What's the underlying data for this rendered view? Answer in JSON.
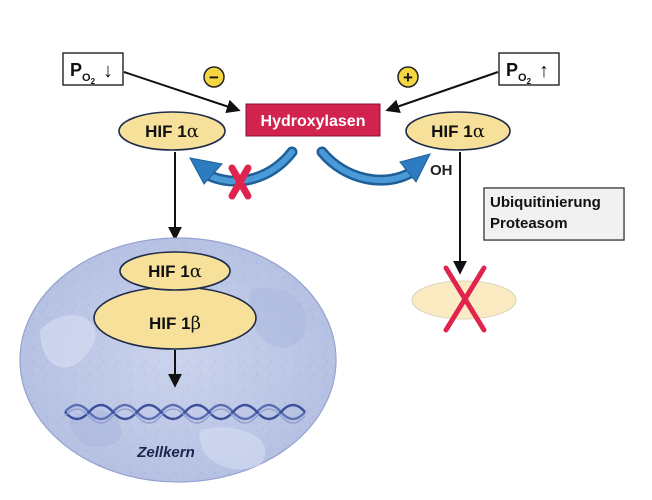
{
  "po2_low": {
    "symbol": "P",
    "subscript": "O",
    "subscript2": "2",
    "arrow": "↓"
  },
  "po2_high": {
    "symbol": "P",
    "subscript": "O",
    "subscript2": "2",
    "arrow": "↑"
  },
  "sign_minus": "−",
  "sign_plus": "+",
  "enzyme": {
    "label": "Hydroxylasen",
    "color": "#d2234e"
  },
  "hif_left": {
    "prefix": "HIF 1",
    "greek": "α"
  },
  "hif_right": {
    "prefix": "HIF 1",
    "greek": "α"
  },
  "hydroxyl": "OH",
  "degradation_box": {
    "line1": "Ubiquitinierung",
    "line2": "Proteasom"
  },
  "nucleus": {
    "alpha": {
      "prefix": "HIF 1",
      "greek": "α"
    },
    "beta": {
      "prefix": "HIF 1",
      "greek": "β"
    },
    "caption": "Zellkern"
  },
  "colors": {
    "hif_fill": "#f7e19a",
    "nucleus_fill": "#c3cde9",
    "arrow_blue": "#2d7cbf",
    "cross_red": "#e0244f"
  },
  "icons": [
    "minus-circle-icon",
    "plus-circle-icon",
    "inhibition-cross-icon",
    "degradation-cross-icon",
    "dna-helix-icon"
  ]
}
